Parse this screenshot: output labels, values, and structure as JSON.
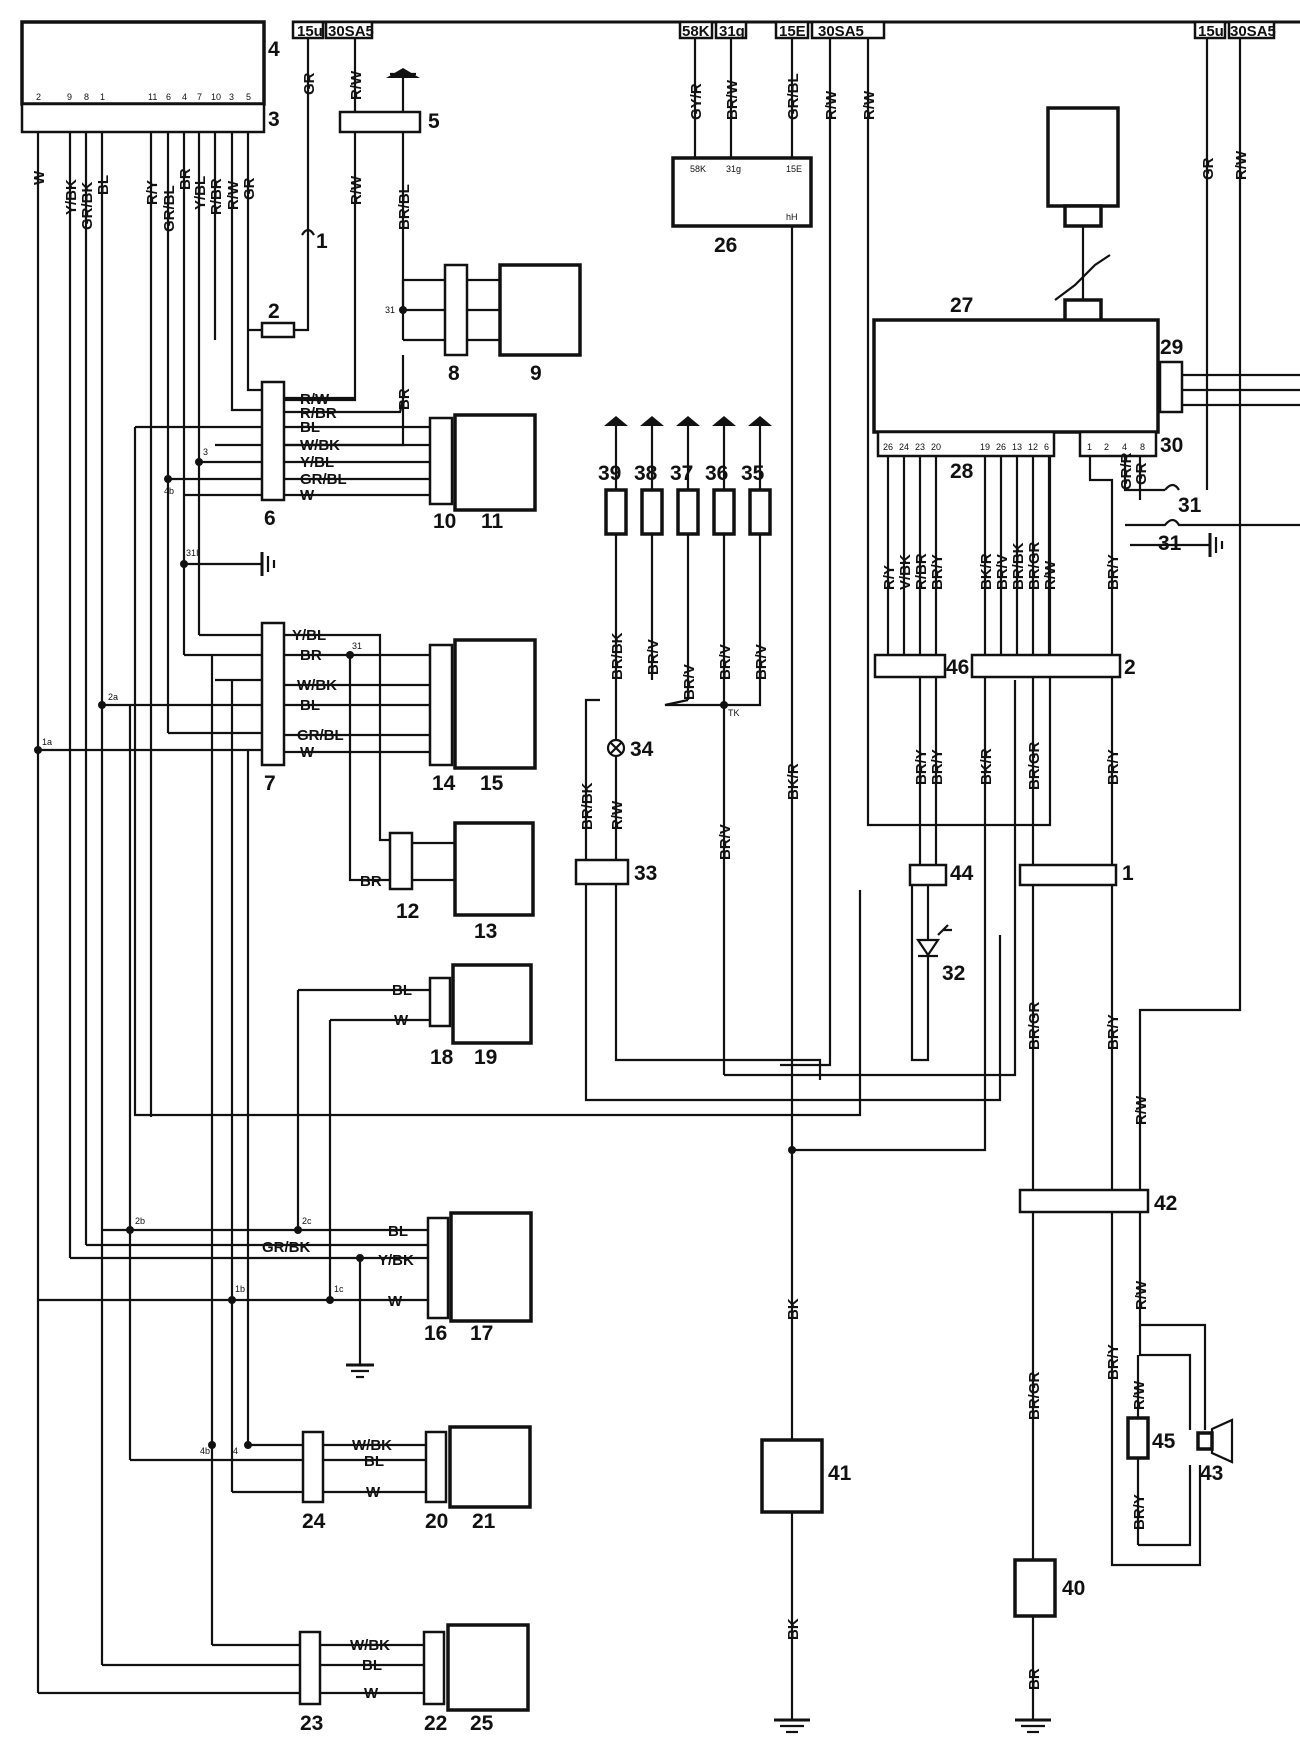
{
  "top_terminals": {
    "t1": "15u",
    "t2": "30SA5",
    "t3": "58K",
    "t4": "31g",
    "t5": "15E",
    "t6": "30SA5",
    "t7": "15u",
    "t8": "30SA5"
  },
  "component_numbers": {
    "c1": "1",
    "c2": "2",
    "c3": "3",
    "c4": "4",
    "c5": "5",
    "c6": "6",
    "c7": "7",
    "c8": "8",
    "c9": "9",
    "c10": "10",
    "c11": "11",
    "c12": "12",
    "c13": "13",
    "c14": "14",
    "c15": "15",
    "c16": "16",
    "c17": "17",
    "c18": "18",
    "c19": "19",
    "c20": "20",
    "c21": "21",
    "c22": "22",
    "c23": "23",
    "c24": "24",
    "c25": "25",
    "c26": "26",
    "c27": "27",
    "c28": "28",
    "c29": "29",
    "c30": "30",
    "c31": "31",
    "c32": "32",
    "c33": "33",
    "c34": "34",
    "c35": "35",
    "c36": "36",
    "c37": "37",
    "c38": "38",
    "c39": "39",
    "c40": "40",
    "c41": "41",
    "c42": "42",
    "c43": "43",
    "c44": "44",
    "c45": "45",
    "c46": "46"
  },
  "wire_colors": {
    "w": "W",
    "y_bk": "Y/BK",
    "gr_bk": "GR/BK",
    "bl": "BL",
    "r_y": "R/Y",
    "gr_bl": "GR/BL",
    "br": "BR",
    "y_bl": "Y/BL",
    "r_br": "R/BR",
    "r_w": "R/W",
    "gr": "GR",
    "br_bl": "BR/BL",
    "gy_r": "GY/R",
    "br_w": "BR/W",
    "w_bk": "W/BK",
    "br_bk": "BR/BK",
    "br_v": "BR/V",
    "bk_r": "BK/R",
    "v_bk": "V/BK",
    "br_y": "BR/Y",
    "br_gr": "BR/GR",
    "bk": "BK",
    "gr_r": "GR/R"
  },
  "unit26": {
    "p1": "58K",
    "p2": "31g",
    "p3": "15E",
    "p4": "hH"
  },
  "splices": {
    "s1a": "1a",
    "s2a": "2a",
    "s2b": "2b",
    "s2c": "2c",
    "s1b": "1b",
    "s1c": "1c",
    "s4b": "4b",
    "s31": "31",
    "s31i": "31I",
    "tk": "TK"
  },
  "pin_labels": {
    "c4_pins": [
      "2",
      "9",
      "8",
      "1",
      "11",
      "6",
      "4",
      "7",
      "10",
      "3",
      "5"
    ],
    "c28_pins": [
      "26",
      "24",
      "23",
      "20",
      "19",
      "26",
      "13",
      "12",
      "6"
    ],
    "c30_pins": [
      "1",
      "2",
      "4",
      "8"
    ]
  }
}
